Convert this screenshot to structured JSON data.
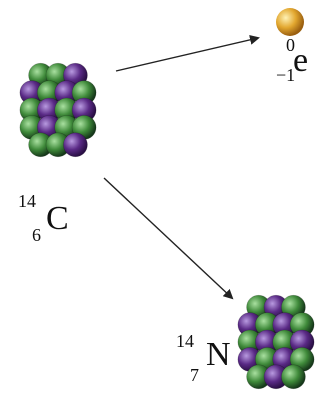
{
  "colors": {
    "proton": "#5a2a86",
    "neutron": "#3f8a3a",
    "electron": "#e2a72f",
    "arrow": "#222222"
  },
  "labels": {
    "carbon": {
      "mass": "14",
      "atomic": "6",
      "symbol": "C"
    },
    "nitrogen": {
      "mass": "14",
      "atomic": "7",
      "symbol": "N"
    },
    "electron": {
      "mass": "0",
      "atomic": "−1",
      "symbol": "e"
    }
  }
}
